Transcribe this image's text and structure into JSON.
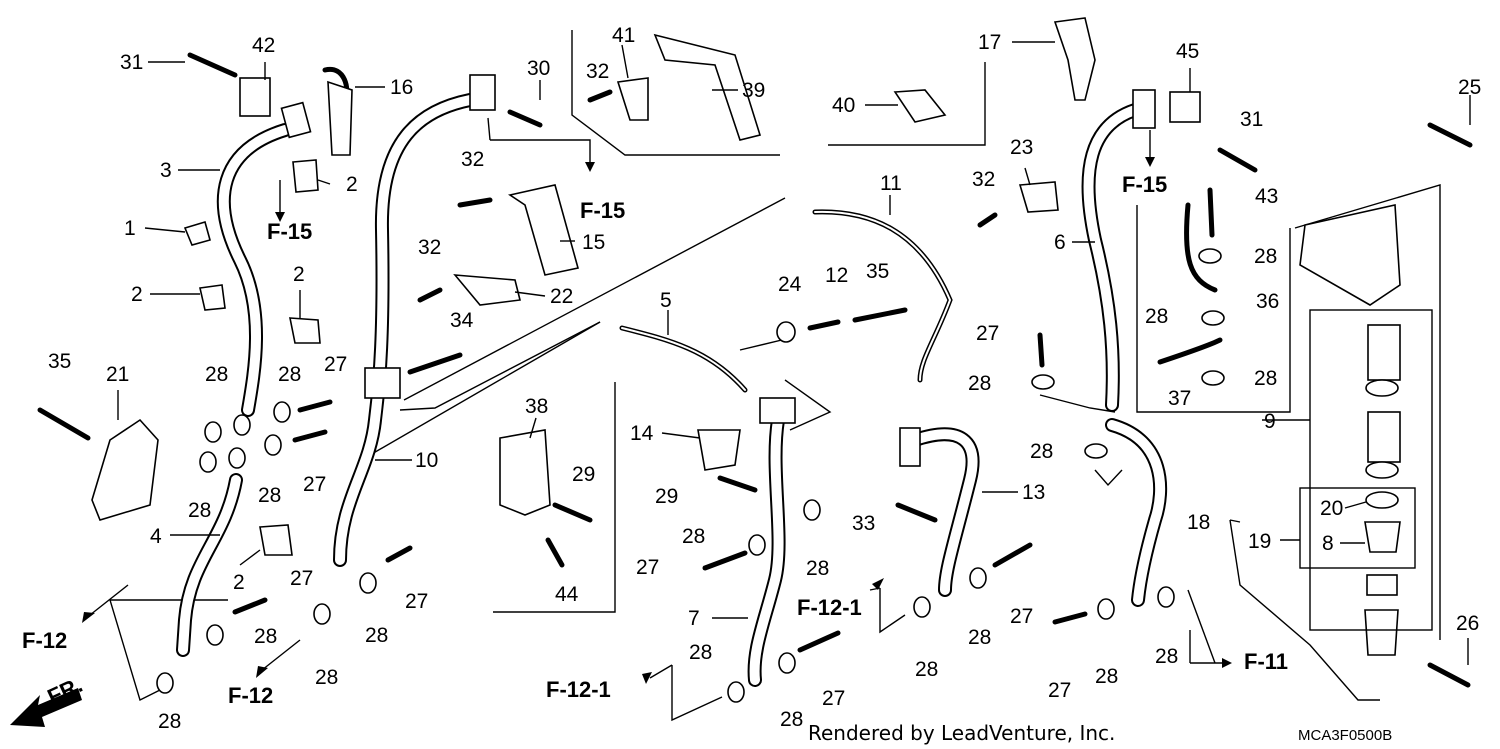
{
  "footer": {
    "credit": "Rendered by LeadVenture, Inc.",
    "diagram_code": "MCA3F0500B"
  },
  "front_marker": "FR.",
  "references": {
    "f15": "F-15",
    "f12": "F-12",
    "f12_1": "F-12-1",
    "f11": "F-11"
  },
  "callouts": {
    "c31a": "31",
    "c42": "42",
    "c16": "16",
    "c3": "3",
    "c2a": "2",
    "c1": "1",
    "c2b": "2",
    "c2c": "2",
    "c35a": "35",
    "c21": "21",
    "c28a": "28",
    "c28b": "28",
    "c27a": "27",
    "c28c": "28",
    "c28d": "28",
    "c27b": "27",
    "c4": "4",
    "c2d": "2",
    "c27c": "27",
    "c28e": "28",
    "c28f": "28",
    "c28g": "28",
    "c30": "30",
    "c32a": "32",
    "c41": "41",
    "c39": "39",
    "c32b": "32",
    "c15": "15",
    "c22": "22",
    "c32c": "32",
    "c34": "34",
    "c10": "10",
    "c27d": "27",
    "c28h": "28",
    "c11": "11",
    "c5": "5",
    "c24": "24",
    "c12": "12",
    "c35b": "35",
    "c38": "38",
    "c14": "14",
    "c29a": "29",
    "c29b": "29",
    "c44": "44",
    "c28i": "28",
    "c27e": "27",
    "c28j": "28",
    "c7": "7",
    "c28k": "28",
    "c27f": "27",
    "c28l": "28",
    "c40": "40",
    "c17": "17",
    "c13": "13",
    "c33": "33",
    "c27g": "27",
    "c28m": "28",
    "c28n": "28",
    "c27h": "27",
    "c28o": "28",
    "c23": "23",
    "c32d": "32",
    "c6": "6",
    "c27i": "27",
    "c28p": "28",
    "c28q": "28",
    "c28r": "28",
    "c45": "45",
    "c31b": "31",
    "c43": "43",
    "c28s": "28",
    "c36": "36",
    "c28t": "28",
    "c37": "37",
    "c28u": "28",
    "c25": "25",
    "c9": "9",
    "c18": "18",
    "c19": "19",
    "c20": "20",
    "c8": "8",
    "c26": "26"
  }
}
